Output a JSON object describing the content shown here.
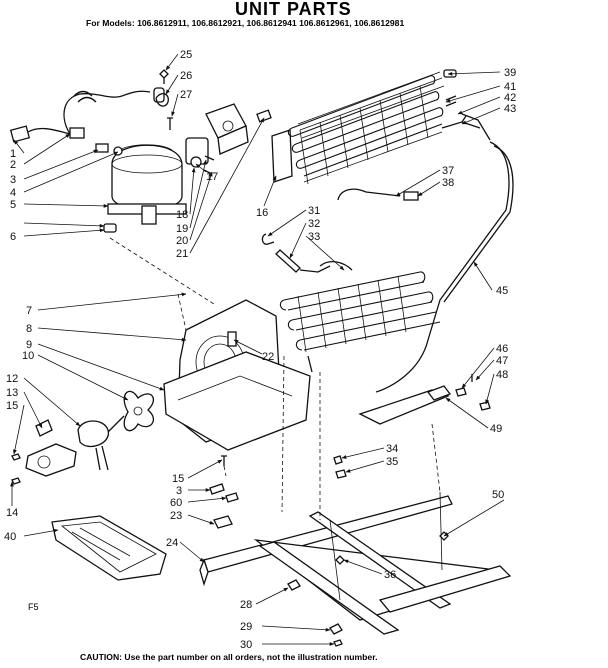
{
  "header": {
    "title": "UNIT PARTS",
    "models": "For Models: 106.8612911, 106.8612921, 106.8612941 106.8612961, 106.8612981"
  },
  "footer": {
    "figure_code": "F5",
    "caution": "CAUTION: Use the part number on all orders, not the illustration number."
  },
  "callouts": [
    "1",
    "2",
    "3",
    "4",
    "5",
    "6",
    "7",
    "8",
    "9",
    "10",
    "12",
    "13",
    "14",
    "15",
    "16",
    "17",
    "18",
    "19",
    "20",
    "21",
    "22",
    "23",
    "24",
    "25",
    "26",
    "27",
    "28",
    "29",
    "30",
    "31",
    "32",
    "33",
    "34",
    "35",
    "36",
    "37",
    "38",
    "39",
    "40",
    "41",
    "42",
    "43",
    "45",
    "46",
    "47",
    "48",
    "49",
    "50",
    "60"
  ],
  "callouts_repeated": [
    "15",
    "3"
  ]
}
